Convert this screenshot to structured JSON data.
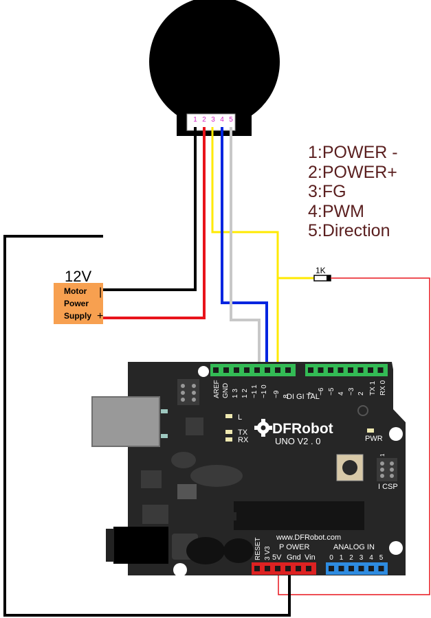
{
  "motor": {
    "connector_pins": [
      "1",
      "2",
      "3",
      "4",
      "5"
    ]
  },
  "legend": [
    "1:POWER -",
    "2:POWER+",
    "3:FG",
    "4:PWM",
    "5:Direction"
  ],
  "supply": {
    "voltage": "12V",
    "lines": [
      "Motor",
      "Power",
      "Supply"
    ],
    "minus_symbol": "|",
    "plus_symbol": "+"
  },
  "resistor": {
    "label": "1K"
  },
  "board": {
    "brand": "DFRobot",
    "model": "UNO V2 . 0",
    "website": "www.DFRobot.com",
    "digital_label": "DI GI TAL",
    "digital_pins_left": [
      "AREF",
      "GND",
      "1 3",
      "1 2",
      "~1 1",
      "~1 0",
      "~9",
      "8"
    ],
    "digital_pins_right": [
      "7",
      "~6",
      "~5",
      "4",
      "~3",
      "2",
      "TX 1",
      "RX 0"
    ],
    "led_labels": [
      "L",
      "TX",
      "RX"
    ],
    "pwr_label": "PWR",
    "icsp_label": "I CSP",
    "power_header_label": "P OWER",
    "power_pins": [
      "RESET",
      "3 V3",
      "5V",
      "Gnd",
      "Vin"
    ],
    "analog_label": "ANALOG IN",
    "analog_pins": [
      "0",
      "1",
      "2",
      "3",
      "4",
      "5"
    ],
    "icsp_pin_mark": "1"
  },
  "colors": {
    "wire_black": "#000000",
    "wire_red": "#e8131b",
    "wire_yellow": "#ffea00",
    "wire_blue": "#0025e0",
    "wire_gray": "#c8c8c8",
    "thin_red": "#e8131b",
    "board": "#262626",
    "header_green": "#33bb55",
    "header_red": "#dd2222",
    "header_blue": "#2e8be0",
    "psu": "#f7a050",
    "pin_label": "#d020c0",
    "legend_text": "#5a1f1f"
  }
}
